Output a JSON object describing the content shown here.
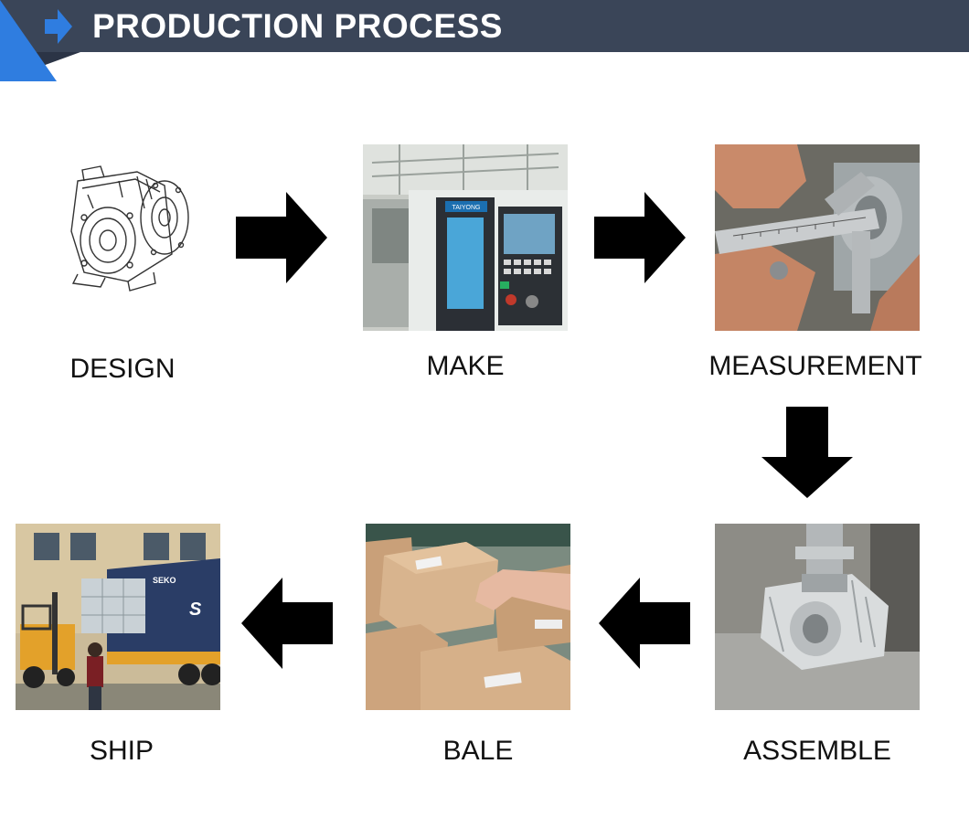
{
  "header": {
    "title": "PRODUCTION PROCESS",
    "icon": "arrow-right-icon",
    "colors": {
      "bar": "#3a4558",
      "accent": "#2f7de0"
    }
  },
  "steps": [
    {
      "label": "DESIGN",
      "image": "gearbox-sketch"
    },
    {
      "label": "MAKE",
      "image": "cnc-machine-photo"
    },
    {
      "label": "MEASUREMENT",
      "image": "caliper-measurement-photo"
    },
    {
      "label": "ASSEMBLE",
      "image": "gearbox-assembly-photo"
    },
    {
      "label": "BALE",
      "image": "cardboard-boxes-photo"
    },
    {
      "label": "SHIP",
      "image": "container-truck-photo"
    }
  ],
  "machine_screen": {
    "brand": "TAIYONG"
  },
  "container": {
    "brand": "SEKO"
  }
}
